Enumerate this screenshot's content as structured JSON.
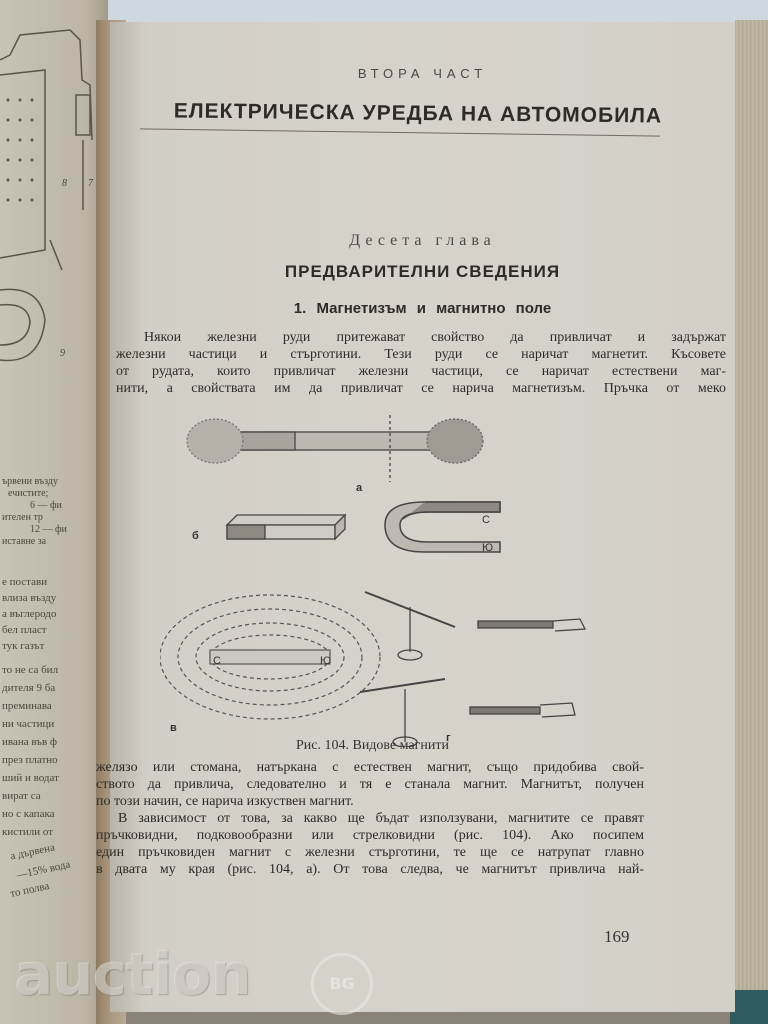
{
  "left_page": {
    "figure_labels": [
      "8",
      "7",
      "9"
    ],
    "fragments": [
      "ървени възду",
      "ечистите;",
      "6 — фи",
      "ителен тр",
      "12 — фи",
      "иставне за",
      "е постави",
      "влиза възду",
      "а въглеродо",
      "бел пласт",
      "тук газът",
      "то не са бил",
      "дителя 9 ба",
      "преминава",
      "ни частици",
      "ивана във ф",
      "през платно",
      "ший и водат",
      "вират са",
      "но с капака",
      "кистили от",
      "а дървена",
      "—15% вода",
      "то полва"
    ]
  },
  "right_page": {
    "part_label": "ВТОРА ЧАСТ",
    "part_title": "ЕЛЕКТРИЧЕСКА УРЕДБА НА АВТОМОБИЛА",
    "chapter_label": "Десета глава",
    "chapter_title": "ПРЕДВАРИТЕЛНИ СВЕДЕНИЯ",
    "section_title": "1. Магнетизъм и магнитно поле",
    "paragraph1_lines": [
      "Някои железни руди притежават свойство да привличат и задържат",
      "железни частици и стърготини. Тези руди се наричат магнетит. Късовете",
      "от рудата, които привличат железни частици, се наричат естествени маг-",
      "нити, а свойствата им да привличат се нарича магнетизъм. Пръчка от меко"
    ],
    "paragraph1_italic_word": "магнетизъм",
    "figure": {
      "caption": "Рис. 104. Видове магнити",
      "sublabels": [
        "а",
        "б",
        "в",
        "г"
      ],
      "pole_labels": {
        "north": "С",
        "south": "Ю"
      }
    },
    "paragraph2_lines": [
      "желязо или стомана, натъркана с естествен магнит, също придобива свой-",
      "ството да привлича, следователно и тя е станала магнит. Магнитът, получен",
      "по този начин, се нарича изкуствен магнит.",
      "В зависимост от това, за какво ще бъдат използувани, магнитите се правят",
      "пръчковидни, подковообразни или стрелковидни (рис. 104). Ако посипем",
      "един пръчковиден магнит с железни стърготини, те ще се натрупат главно",
      "в двата му края (рис. 104, а). От това следва, че магнитът привлича най-"
    ],
    "page_number": "169"
  },
  "watermark": {
    "text": "auction",
    "badge": "BG"
  }
}
